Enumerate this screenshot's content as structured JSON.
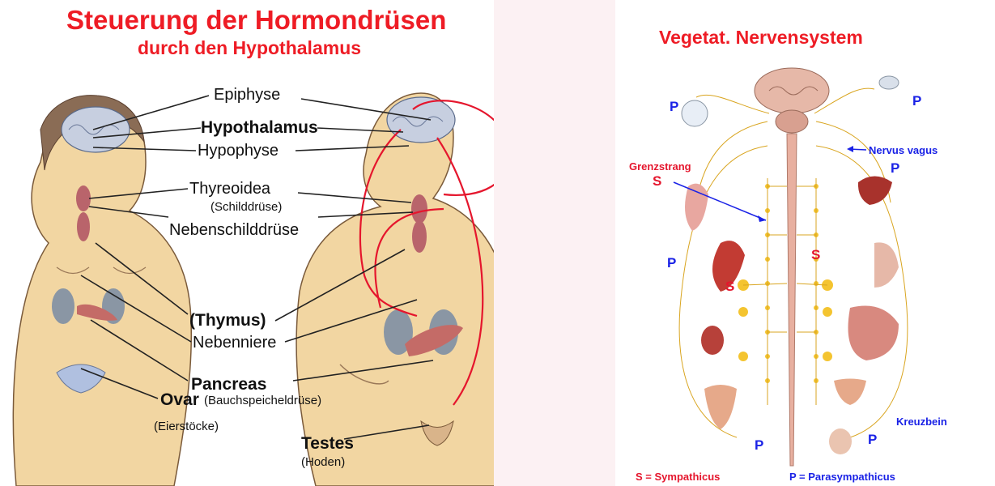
{
  "left": {
    "title": "Steuerung der Hormondrüsen",
    "subtitle": "durch den Hypothalamus",
    "labels": {
      "epiphyse": "Epiphyse",
      "hypothalamus": "Hypothalamus",
      "hypophyse": "Hypophyse",
      "thyreoidea": "Thyreoidea",
      "schilddruese": "(Schilddrüse)",
      "nebenschilddruese": "Nebenschilddrüse",
      "thymus": "(Thymus)",
      "nebenniere": "Nebenniere",
      "pancreas": "Pancreas",
      "bauchspeicheldruese": "(Bauchspeicheldrüse)",
      "ovar": "Ovar",
      "eierstoecke": "(Eierstöcke)",
      "testes": "Testes",
      "hoden": "(Hoden)"
    }
  },
  "right": {
    "title": "Vegetat. Nervensystem",
    "markers": {
      "p": "P",
      "s": "S"
    },
    "labels": {
      "nervus_vagus": "Nervus vagus",
      "grenzstrang": "Grenzstrang",
      "kreuzbein": "Kreuzbein"
    },
    "legend": {
      "sympathicus": "S = Sympathicus",
      "parasympathicus": "P = Parasympathicus"
    }
  },
  "colors": {
    "title_red": "#ee1c25",
    "label_blue": "#1a22e6",
    "skin": "#f2d6a2",
    "gland": "#b9646b",
    "nerve_yellow": "#f4c430"
  }
}
